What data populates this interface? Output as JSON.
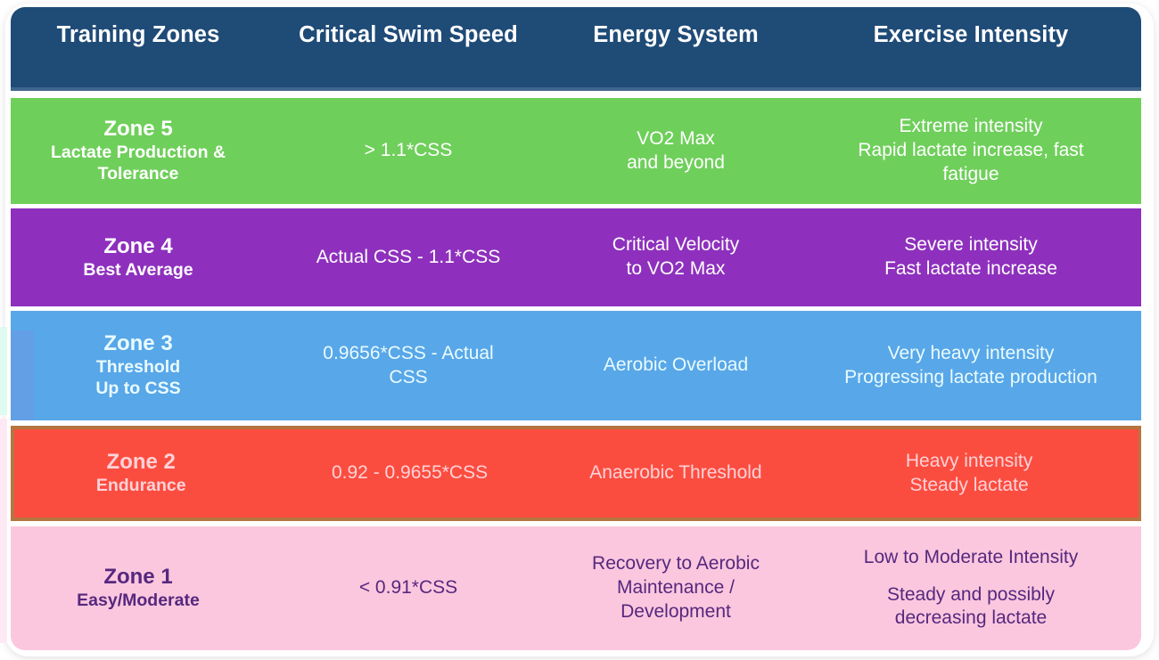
{
  "table": {
    "headers": [
      "Training Zones",
      "Critical Swim Speed",
      "Energy System",
      "Exercise Intensity"
    ],
    "rows": [
      {
        "zone": "Zone 5",
        "zone_subtitle": "Lactate Production &\nTolerance",
        "zone_subtitle_line1": "Lactate Production &",
        "zone_subtitle_line2": "Tolerance",
        "critical_swim_speed": "> 1.1*CSS",
        "energy_system_line1": "VO2 Max",
        "energy_system_line2": "and beyond",
        "exercise_intensity_line1": "Extreme intensity",
        "exercise_intensity_line2": "Rapid lactate increase, fast",
        "exercise_intensity_line3": "fatigue",
        "color": "#6fcf5b",
        "text_color": "#ffffff"
      },
      {
        "zone": "Zone 4",
        "zone_subtitle_line1": "Best Average",
        "zone_subtitle_line2": "",
        "critical_swim_speed": "Actual CSS - 1.1*CSS",
        "energy_system_line1": "Critical Velocity",
        "energy_system_line2": "to VO2 Max",
        "exercise_intensity_line1": "Severe intensity",
        "exercise_intensity_line2": "Fast lactate increase",
        "exercise_intensity_line3": "",
        "color": "#8e30bd",
        "text_color": "#ffffff"
      },
      {
        "zone": "Zone 3",
        "zone_subtitle_line1": "Threshold",
        "zone_subtitle_line2": "Up to CSS",
        "critical_swim_speed_line1": "0.9656*CSS - Actual",
        "critical_swim_speed_line2": "CSS",
        "energy_system_line1": "Aerobic Overload",
        "energy_system_line2": "",
        "exercise_intensity_line1": "Very heavy intensity",
        "exercise_intensity_line2": "Progressing lactate production",
        "exercise_intensity_line3": "",
        "color": "#58a7e8",
        "text_color": "#e9fbff"
      },
      {
        "zone": "Zone 2",
        "zone_subtitle_line1": "Endurance",
        "zone_subtitle_line2": "",
        "critical_swim_speed": "0.92 - 0.9655*CSS",
        "energy_system_line1": "Anaerobic Threshold",
        "energy_system_line2": "",
        "exercise_intensity_line1": "Heavy intensity",
        "exercise_intensity_line2": "Steady lactate",
        "exercise_intensity_line3": "",
        "color": "#fb4d3f",
        "text_color": "#ffd2d8"
      },
      {
        "zone": "Zone 1",
        "zone_subtitle_line1": "Easy/Moderate",
        "zone_subtitle_line2": "",
        "critical_swim_speed": "< 0.91*CSS",
        "energy_system_line1": "Recovery to Aerobic",
        "energy_system_line2": "Maintenance /",
        "energy_system_line3": "Development",
        "exercise_intensity_line1": "Low to Moderate Intensity",
        "exercise_intensity_line2": "Steady and possibly",
        "exercise_intensity_line3": "decreasing lactate",
        "color": "#fbc7de",
        "text_color": "#56287e"
      }
    ]
  },
  "colors": {
    "header_bg": "#1f4b77",
    "header_text": "#ffffff",
    "page_bg": "#ffffff",
    "card_bg": "#ffffff"
  }
}
